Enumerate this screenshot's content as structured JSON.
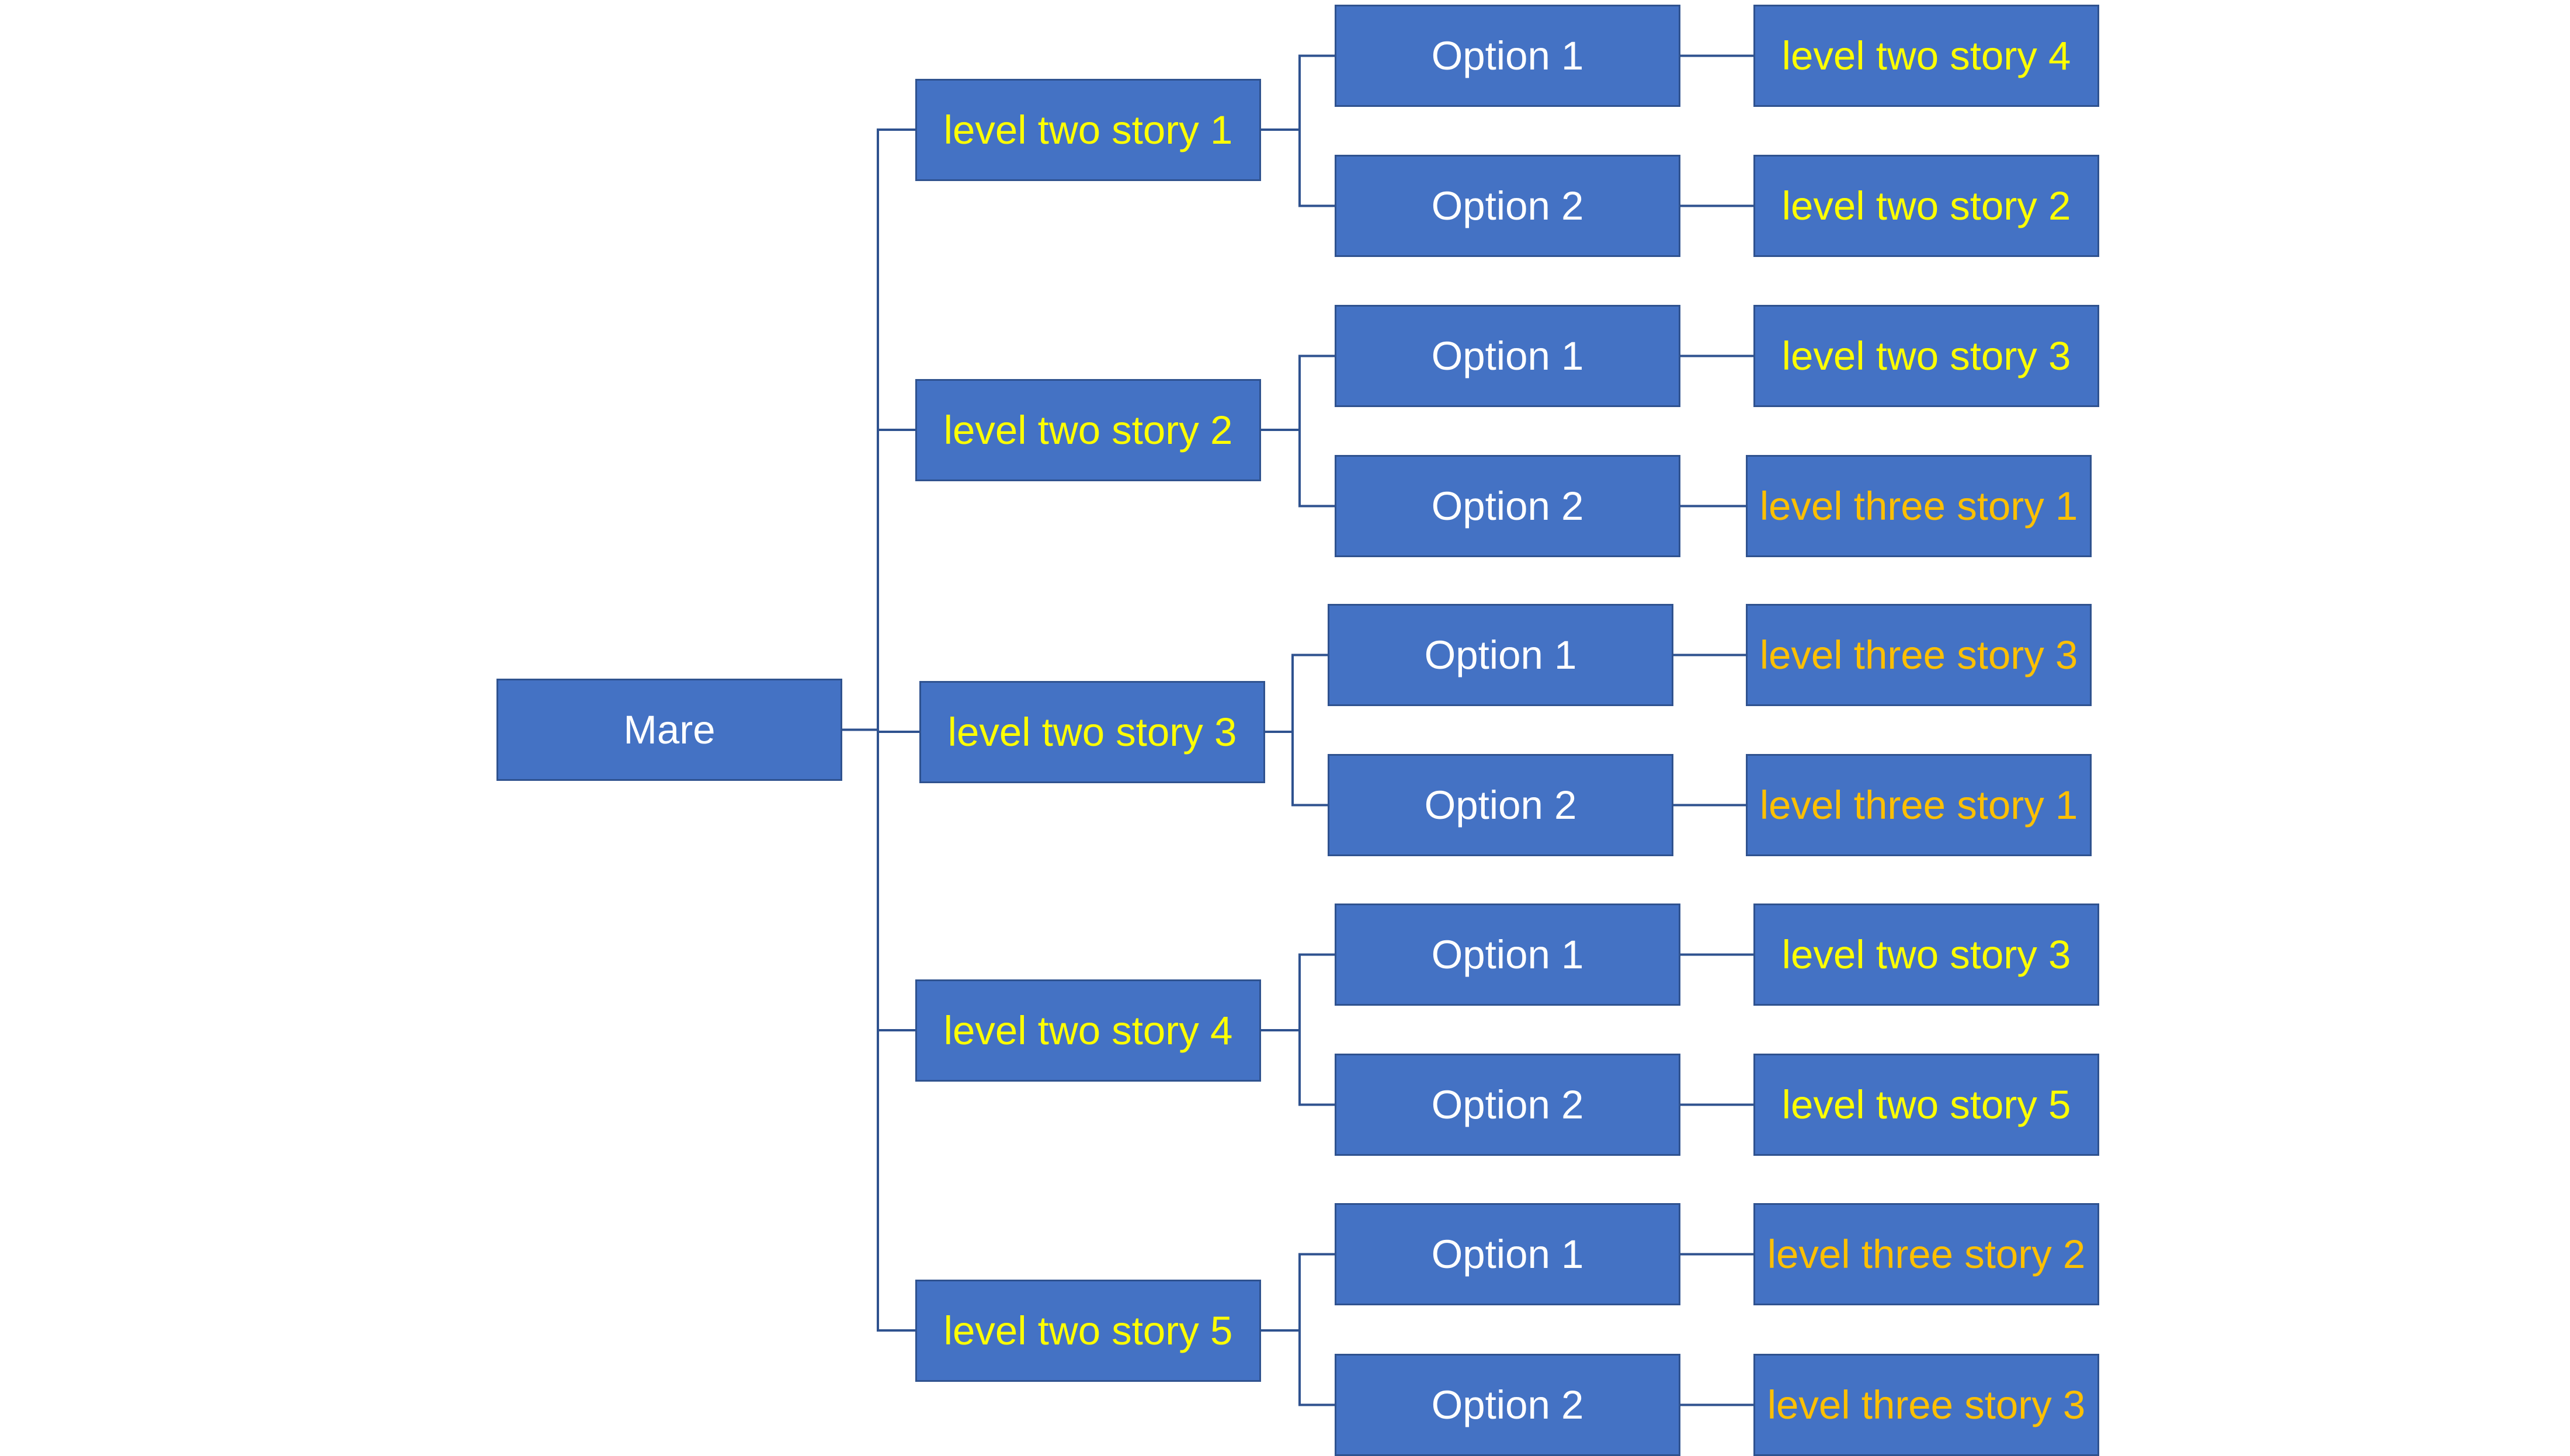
{
  "colors": {
    "box_fill": "#4472C4",
    "box_border": "#2F528F",
    "line": "#2F528F",
    "text_root": "#FFFFFF",
    "text_option": "#FFFFFF",
    "text_level_two": "#FFFF00",
    "text_level_three": "#FFC000"
  },
  "root": {
    "label": "Mare"
  },
  "branches": [
    {
      "label": "level two story 1",
      "options": [
        {
          "label": "Option 1",
          "target": {
            "label": "level two story 4",
            "level": "two"
          }
        },
        {
          "label": "Option 2",
          "target": {
            "label": "level two story 2",
            "level": "two"
          }
        }
      ]
    },
    {
      "label": "level two story 2",
      "options": [
        {
          "label": "Option 1",
          "target": {
            "label": "level two story 3",
            "level": "two"
          }
        },
        {
          "label": "Option 2",
          "target": {
            "label": "level three story 1",
            "level": "three"
          }
        }
      ]
    },
    {
      "label": "level two story 3",
      "options": [
        {
          "label": "Option 1",
          "target": {
            "label": "level three story 3",
            "level": "three"
          }
        },
        {
          "label": "Option 2",
          "target": {
            "label": "level three story 1",
            "level": "three"
          }
        }
      ]
    },
    {
      "label": "level two story 4",
      "options": [
        {
          "label": "Option 1",
          "target": {
            "label": "level two story 3",
            "level": "two"
          }
        },
        {
          "label": "Option 2",
          "target": {
            "label": "level two story 5",
            "level": "two"
          }
        }
      ]
    },
    {
      "label": "level two story 5",
      "options": [
        {
          "label": "Option 1",
          "target": {
            "label": "level three story 2",
            "level": "three"
          }
        },
        {
          "label": "Option 2",
          "target": {
            "label": "level three story 3",
            "level": "three"
          }
        }
      ]
    }
  ]
}
